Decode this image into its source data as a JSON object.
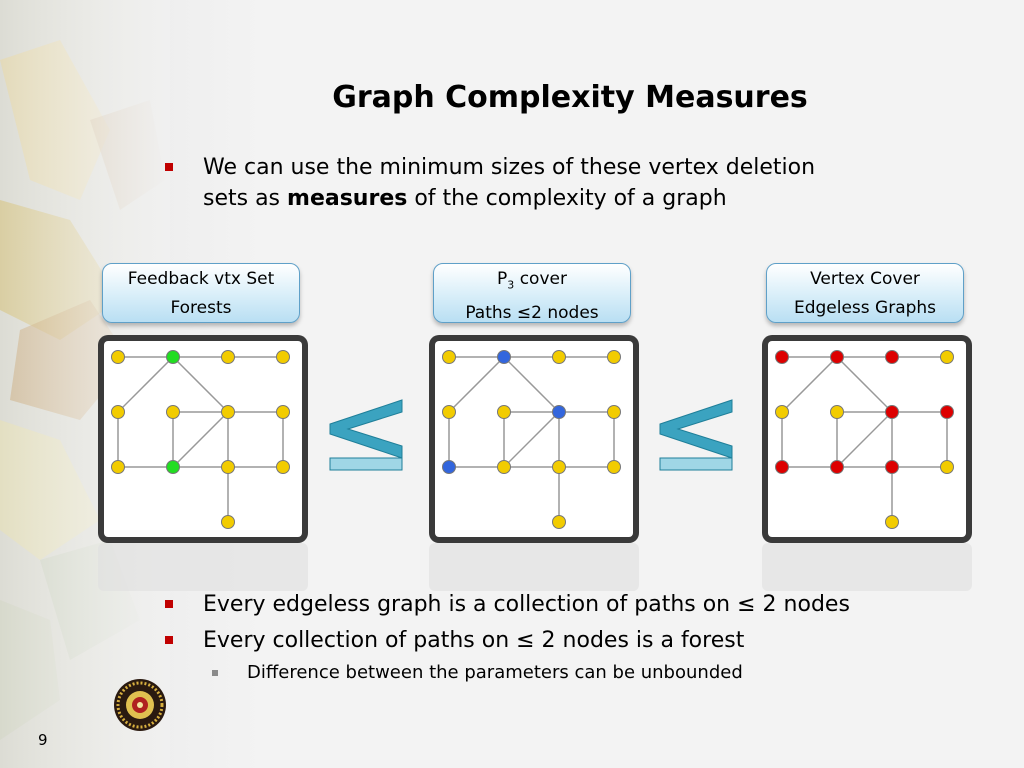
{
  "title": "Graph Complexity Measures",
  "bullets": {
    "intro_line1": "We can use the minimum sizes of these vertex deletion",
    "intro_line2_pre": "sets as ",
    "intro_line2_bold": "measures",
    "intro_line2_post": " of the complexity of a graph",
    "b1": "Every edgeless graph is a collection of paths on ≤ 2 nodes",
    "b2": "Every collection of paths on ≤ 2 nodes is a forest",
    "sub1": "Difference between the parameters can be unbounded"
  },
  "labels": [
    {
      "line1": "Feedback vtx Set",
      "line2": "Forests"
    },
    {
      "line1_main": "P",
      "line1_sub": "3",
      "line1_rest": " cover",
      "line2": "Paths ≤2 nodes"
    },
    {
      "line1": "Vertex Cover",
      "line2": "Edgeless Graphs"
    }
  ],
  "colors": {
    "yellow_node": "#f2cc00",
    "feedback_node": "#22dd22",
    "p3_node": "#3366dd",
    "vc_node": "#dd0000",
    "bullet": "#c00000",
    "leq_sign": "#3ba3c0"
  },
  "graphs": [
    {
      "name": "feedback-vertex-set",
      "highlight": [
        1,
        9
      ]
    },
    {
      "name": "p3-cover",
      "highlight": [
        1,
        6,
        8
      ]
    },
    {
      "name": "vertex-cover",
      "highlight": [
        0,
        1,
        2,
        6,
        7,
        8,
        9,
        10
      ]
    }
  ],
  "slide_number": "9"
}
